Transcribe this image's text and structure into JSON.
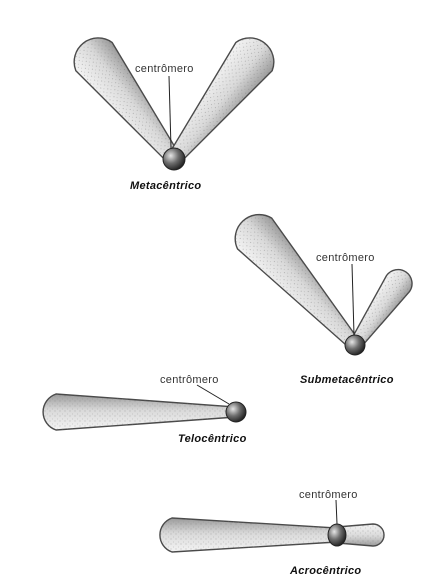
{
  "diagram": {
    "label_centromere": "centrômero",
    "types": [
      {
        "id": "metacentrico",
        "name": "Metacêntrico"
      },
      {
        "id": "submetacentrico",
        "name": "Submetacêntrico"
      },
      {
        "id": "telocentrico",
        "name": "Telocêntrico"
      },
      {
        "id": "acrocentrico",
        "name": "Acrocêntrico"
      }
    ]
  },
  "colors": {
    "arm_fill_light": "#f4f4f4",
    "arm_fill_dark": "#9a9a9a",
    "centromere_light": "#e6e6e6",
    "centromere_dark": "#1e1e1e",
    "outline": "#4a4a4a"
  }
}
